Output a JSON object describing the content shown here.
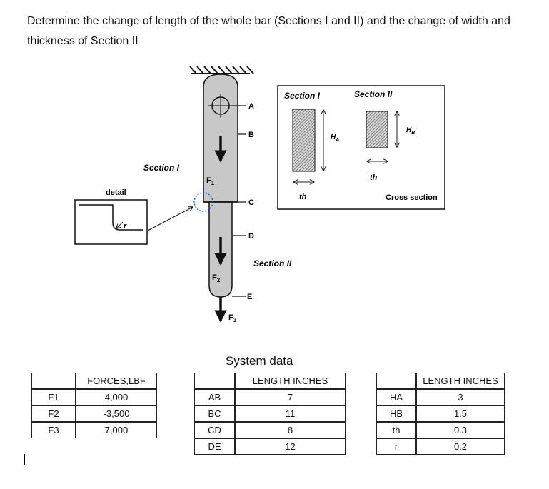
{
  "problem_text": "Determine the change of length of the whole bar (Sections I and II) and the change of width and thickness of Section II",
  "figure": {
    "points": [
      "A",
      "B",
      "C",
      "D",
      "E"
    ],
    "section_i_label": "Section I",
    "section_ii_label": "Section II",
    "detail_label": "detail",
    "detail_radius_label": "r",
    "forces": [
      "F",
      "F",
      "F"
    ],
    "force_subscripts": [
      "1",
      "2",
      "3"
    ],
    "cross_section": {
      "section_i_title": "Section I",
      "section_ii_title": "Section II",
      "height_labels": [
        "H",
        "H"
      ],
      "height_subscripts": [
        "A",
        "B"
      ],
      "thickness_label": "th",
      "caption": "Cross section"
    }
  },
  "system_data_title": "System data",
  "forces_table": {
    "header": [
      "",
      "FORCES,LBF"
    ],
    "rows": [
      [
        "F1",
        "4,000"
      ],
      [
        "F2",
        "-3,500"
      ],
      [
        "F3",
        "7,000"
      ]
    ]
  },
  "lengths_table": {
    "header": [
      "",
      "LENGTH INCHES"
    ],
    "rows": [
      [
        "AB",
        "7"
      ],
      [
        "BC",
        "11"
      ],
      [
        "CD",
        "8"
      ],
      [
        "DE",
        "12"
      ]
    ]
  },
  "dims_table": {
    "header": [
      "",
      "LENGTH INCHES"
    ],
    "rows": [
      [
        "HA",
        "3"
      ],
      [
        "HB",
        "1.5"
      ],
      [
        "th",
        "0.3"
      ],
      [
        "r",
        "0.2"
      ]
    ]
  }
}
